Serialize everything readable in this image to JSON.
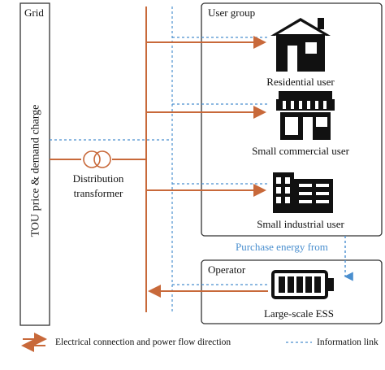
{
  "grid": {
    "title": "Grid",
    "vertical_label": "TOU price & demand charge"
  },
  "transformer": {
    "label_line1": "Distribution",
    "label_line2": "transformer"
  },
  "user_group": {
    "title": "User group",
    "users": [
      {
        "label": "Residential user",
        "icon": "house-icon"
      },
      {
        "label": "Small commercial user",
        "icon": "shop-icon"
      },
      {
        "label": "Small industrial user",
        "icon": "factory-icon"
      }
    ]
  },
  "purchase_label": "Purchase energy from",
  "operator": {
    "title": "Operator",
    "ess_label": "Large-scale ESS",
    "icon": "battery-icon"
  },
  "legend": {
    "electrical": "Electrical connection and power flow direction",
    "information": "Information link"
  },
  "colors": {
    "power": "#c8693a",
    "info": "#4a8fcf",
    "frame": "#333333"
  }
}
